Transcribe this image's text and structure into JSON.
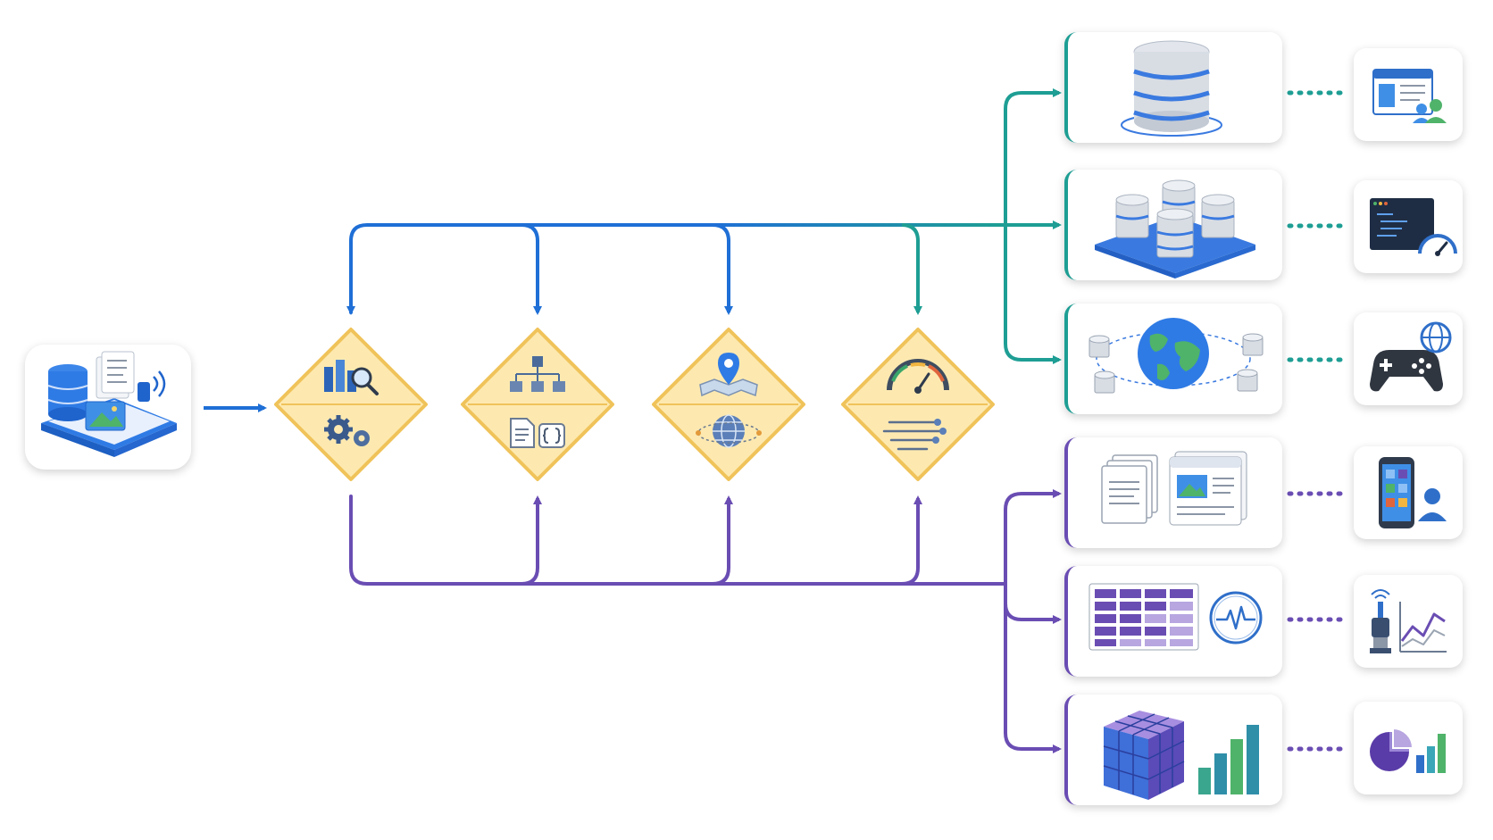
{
  "diagram": {
    "source": {
      "icon": "data-sources-icon"
    },
    "processors": [
      {
        "top_icon": "analytics-search-icon",
        "bottom_icon": "gears-icon"
      },
      {
        "top_icon": "hierarchy-icon",
        "bottom_icon": "document-json-icon"
      },
      {
        "top_icon": "map-pin-icon",
        "bottom_icon": "globe-network-icon"
      },
      {
        "top_icon": "speedometer-icon",
        "bottom_icon": "stream-icon"
      }
    ],
    "stores": [
      {
        "icon": "database-icon",
        "accent": "teal"
      },
      {
        "icon": "distributed-database-icon",
        "accent": "teal"
      },
      {
        "icon": "global-database-icon",
        "accent": "teal"
      },
      {
        "icon": "document-store-icon",
        "accent": "purple"
      },
      {
        "icon": "timeseries-table-icon",
        "accent": "purple"
      },
      {
        "icon": "olap-cube-icon",
        "accent": "purple"
      }
    ],
    "apps": [
      {
        "icon": "web-app-user-icon"
      },
      {
        "icon": "dashboard-performance-icon"
      },
      {
        "icon": "gaming-global-icon"
      },
      {
        "icon": "mobile-user-icon"
      },
      {
        "icon": "iot-sensor-chart-icon"
      },
      {
        "icon": "reporting-chart-icon"
      }
    ]
  },
  "colors": {
    "blue": "#1f6fd6",
    "teal": "#1e9e94",
    "purple": "#6a4db3",
    "diamond_fill": "#fde9b0",
    "diamond_border": "#f0c35a"
  }
}
